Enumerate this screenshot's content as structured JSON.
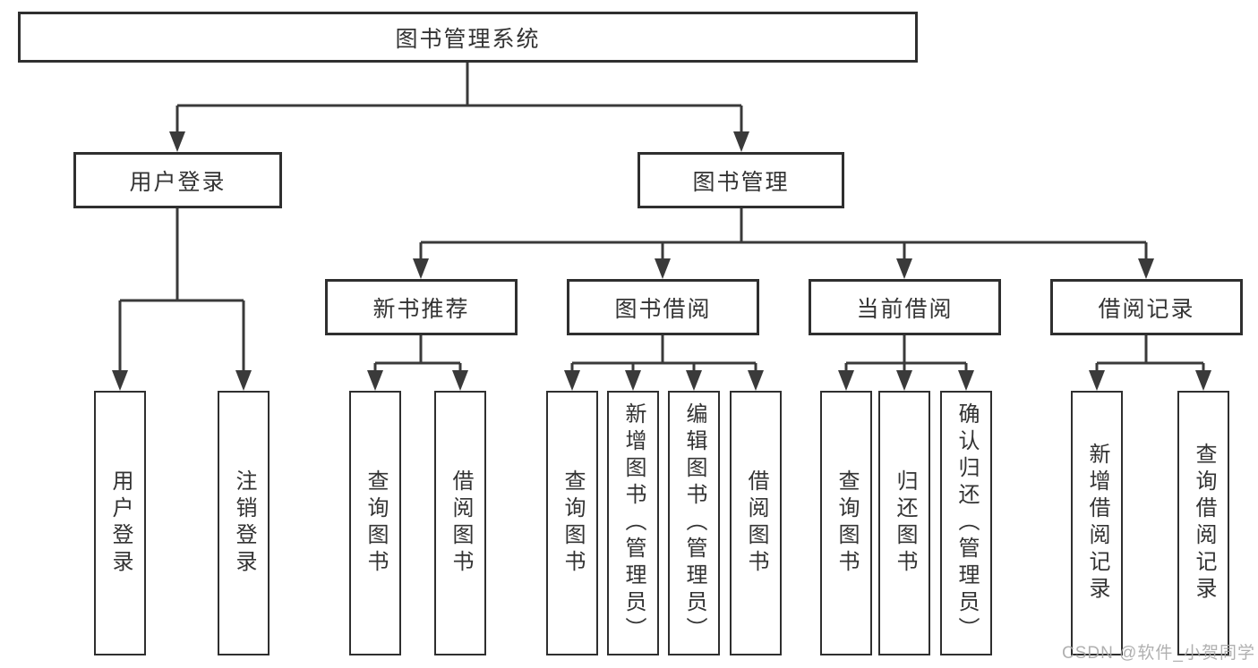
{
  "diagram": {
    "title": "图书管理系统",
    "root": {
      "label": "图书管理系统"
    },
    "level2": [
      {
        "label": "用户登录"
      },
      {
        "label": "图书管理"
      }
    ],
    "level3": [
      {
        "label": "新书推荐",
        "parent": "图书管理"
      },
      {
        "label": "图书借阅",
        "parent": "图书管理"
      },
      {
        "label": "当前借阅",
        "parent": "图书管理"
      },
      {
        "label": "借阅记录",
        "parent": "图书管理"
      }
    ],
    "leaves": [
      {
        "label": "用户登录",
        "parent": "用户登录"
      },
      {
        "label": "注销登录",
        "parent": "用户登录"
      },
      {
        "label": "查询图书",
        "parent": "新书推荐"
      },
      {
        "label": "借阅图书",
        "parent": "新书推荐"
      },
      {
        "label": "查询图书",
        "parent": "图书借阅"
      },
      {
        "label": "新增图书（管理员）",
        "parent": "图书借阅"
      },
      {
        "label": "编辑图书（管理员）",
        "parent": "图书借阅"
      },
      {
        "label": "借阅图书",
        "parent": "图书借阅"
      },
      {
        "label": "查询图书",
        "parent": "当前借阅"
      },
      {
        "label": "归还图书",
        "parent": "当前借阅"
      },
      {
        "label": "确认归还（管理员）",
        "parent": "当前借阅"
      },
      {
        "label": "新增借阅记录",
        "parent": "借阅记录"
      },
      {
        "label": "查询借阅记录",
        "parent": "借阅记录"
      }
    ],
    "watermark": "CSDN @软件_小贺同学",
    "colors": {
      "line": "#3a3a3a",
      "box_border": "#2f2f2f",
      "text": "#333333",
      "watermark": "#a8a8a8",
      "background": "#ffffff"
    }
  }
}
